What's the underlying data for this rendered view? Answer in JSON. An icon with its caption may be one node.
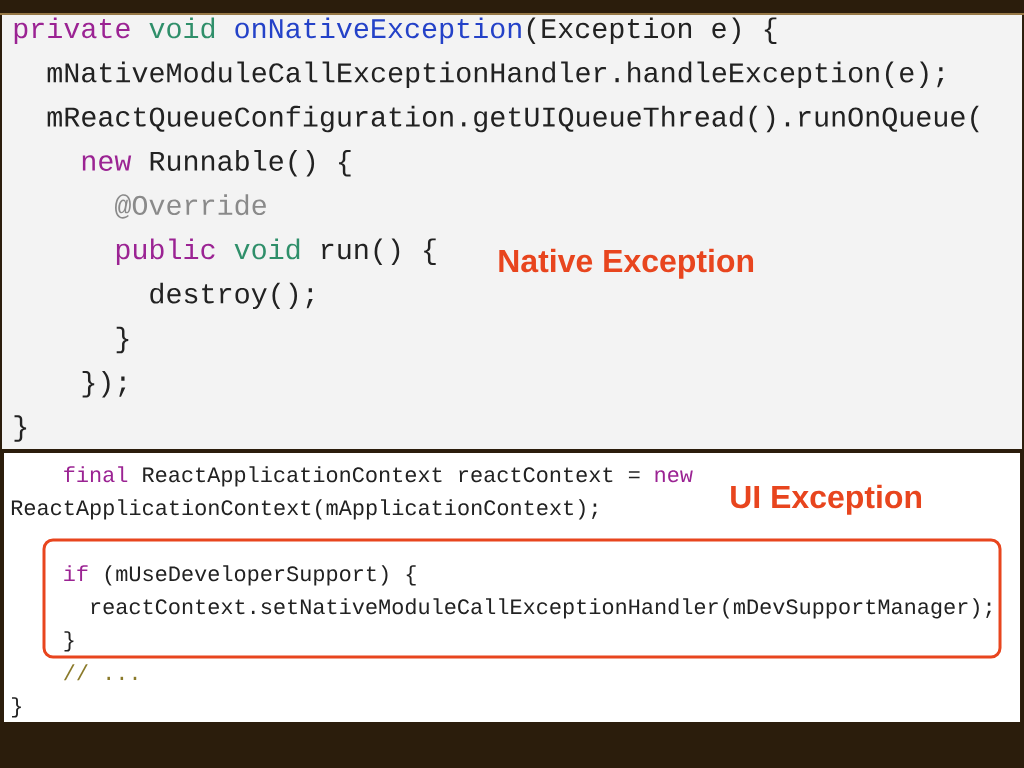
{
  "diagram": {
    "nodes": [
      {
        "text": [
          "if",
          "(mUseDeveloperSupport) {",
          "reactContext.setNativeModuleCallExceptionHandler(mDevSupportManager);",
          "}"
        ]
      }
    ],
    "labels": [
      "private",
      "void",
      "onNativeException",
      "(Exception e) {",
      "mNativeModuleCallExceptionHandler.handleException(e);",
      "mReactQueueConfiguration.getUIQueueThread().runOnQueue(",
      "new",
      "Runnable() {",
      "@Override",
      "public",
      "void",
      "run() {",
      "Native Exception",
      "destroy();",
      "}",
      "});",
      "}",
      "final",
      "ReactApplicationContext reactContext =",
      "new",
      "UI Exception",
      "ReactApplicationContext(mApplicationContext);",
      "// ...",
      "}"
    ]
  }
}
